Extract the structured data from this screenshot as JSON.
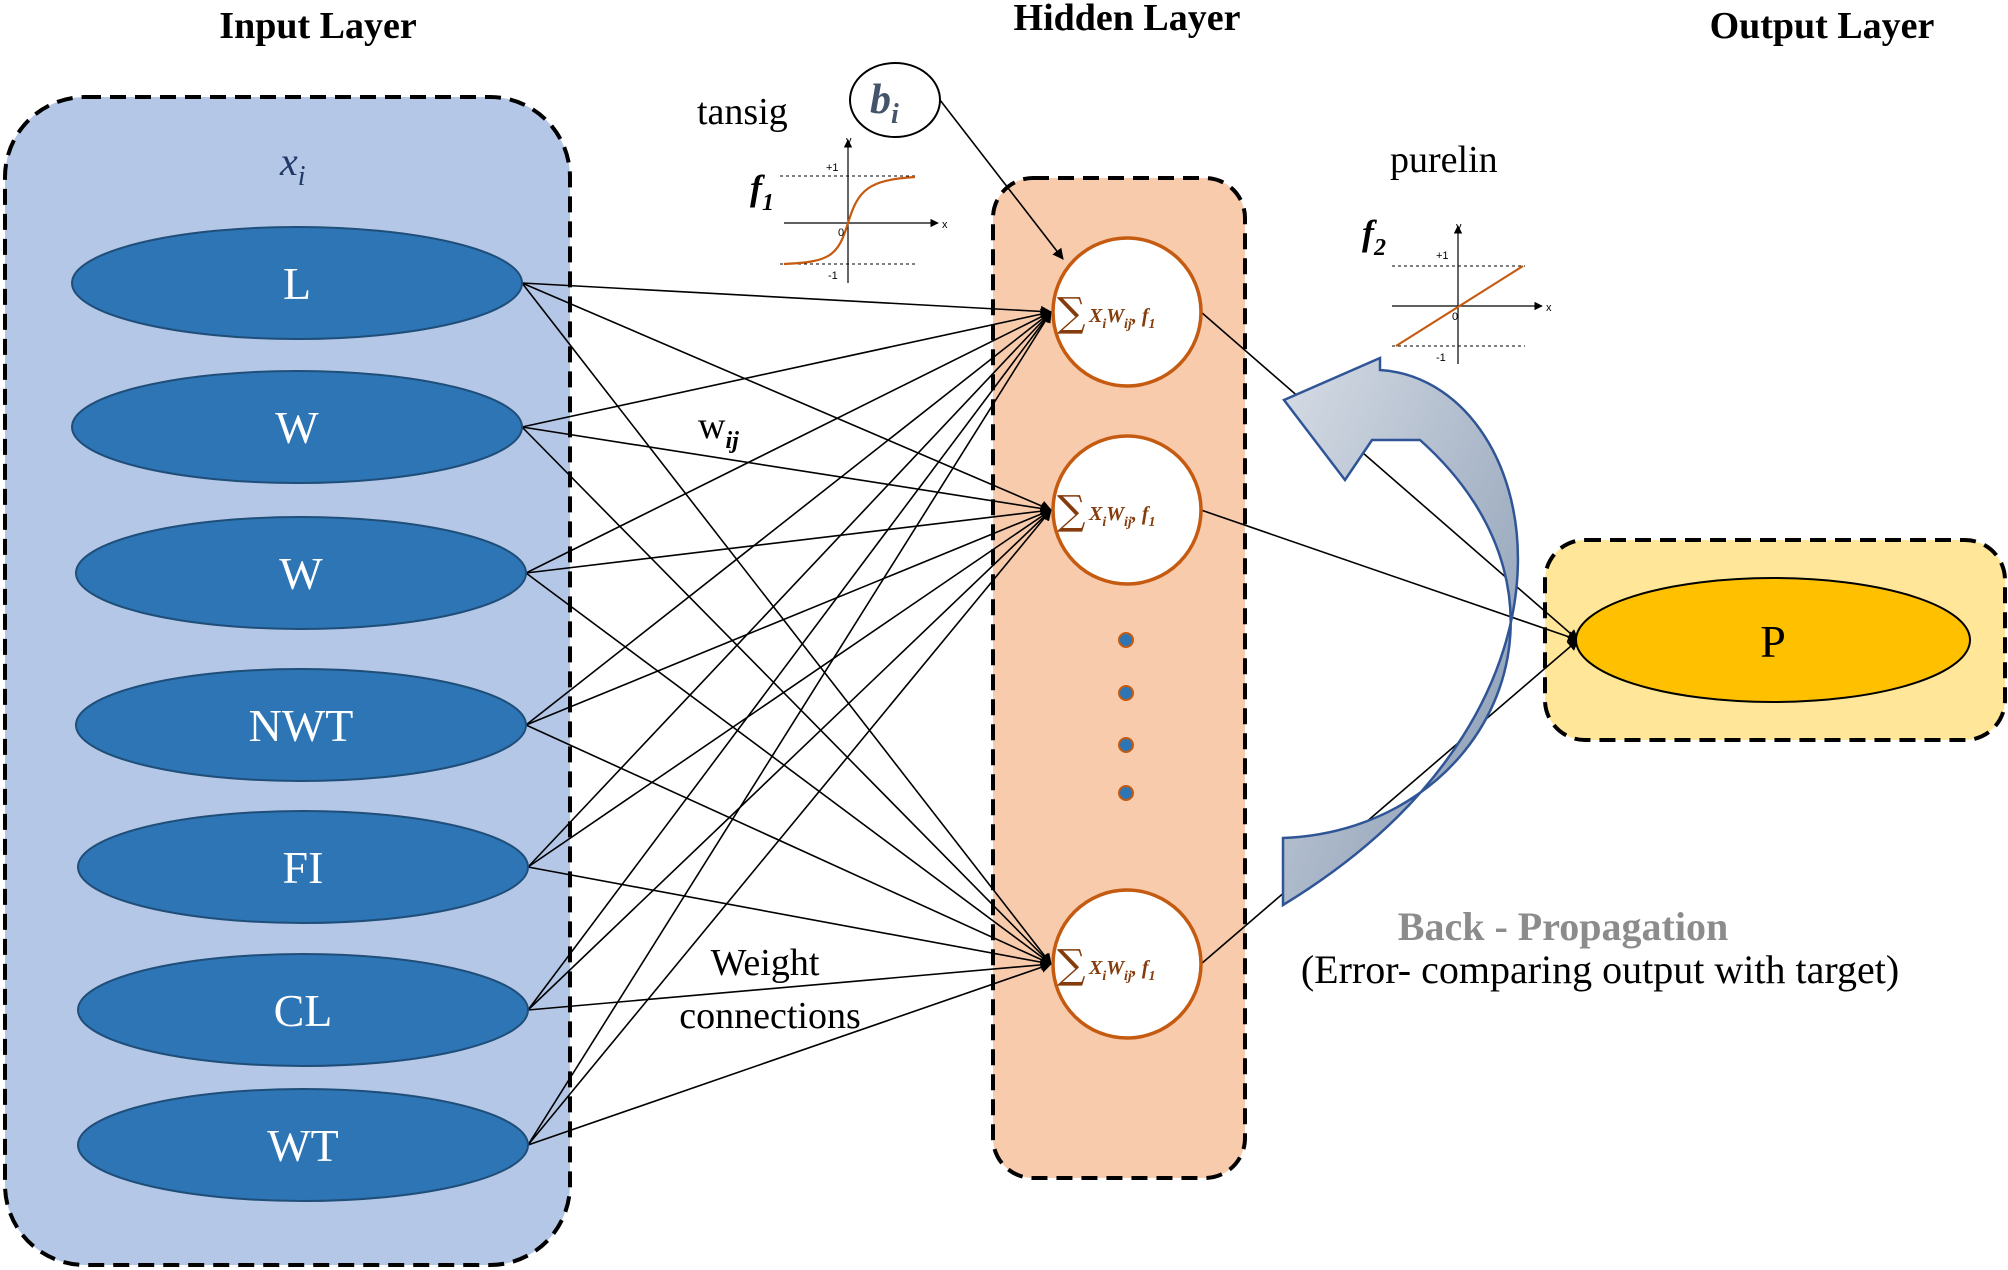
{
  "layers": {
    "input_title": "Input Layer",
    "hidden_title": "Hidden Layer",
    "output_title": "Output Layer"
  },
  "input": {
    "symbol": "x",
    "symbol_sub": "i",
    "nodes": [
      "L",
      "W",
      "W",
      "NWT",
      "FI",
      "CL",
      "WT"
    ]
  },
  "hidden": {
    "sum_symbol": "∑",
    "neuron_formula": "X",
    "neuron_formula_sub": "i",
    "neuron_formula_w": "W",
    "neuron_formula_w_sub": "ij",
    "neuron_formula_f": ", f",
    "neuron_formula_f_sub": "1",
    "ellipsis_dots": 4
  },
  "bias": {
    "symbol": "b",
    "sub": "i"
  },
  "activation_1": {
    "name": "tansig",
    "label": "f",
    "label_sub": "1",
    "ticks": [
      "+1",
      "0",
      "-1",
      "x",
      "y"
    ]
  },
  "activation_2": {
    "name": "purelin",
    "label": "f",
    "label_sub": "2",
    "ticks": [
      "+1",
      "0",
      "-1",
      "x",
      "y"
    ]
  },
  "weights": {
    "label": "w",
    "label_sub": "ij",
    "caption_line1": "Weight",
    "caption_line2": "connections"
  },
  "output": {
    "node": "P"
  },
  "backprop": {
    "title": "Back - Propagation",
    "subtitle": "(Error- comparing output with target)"
  },
  "colors": {
    "input_panel": "#b4c7e7",
    "input_node": "#2e75b6",
    "hidden_panel": "#f8cbad",
    "neuron_border": "#c55a11",
    "output_panel": "#ffe699",
    "output_node": "#ffc000",
    "arrow_fill": "#aab4c2",
    "arrow_stroke": "#2f5597"
  }
}
